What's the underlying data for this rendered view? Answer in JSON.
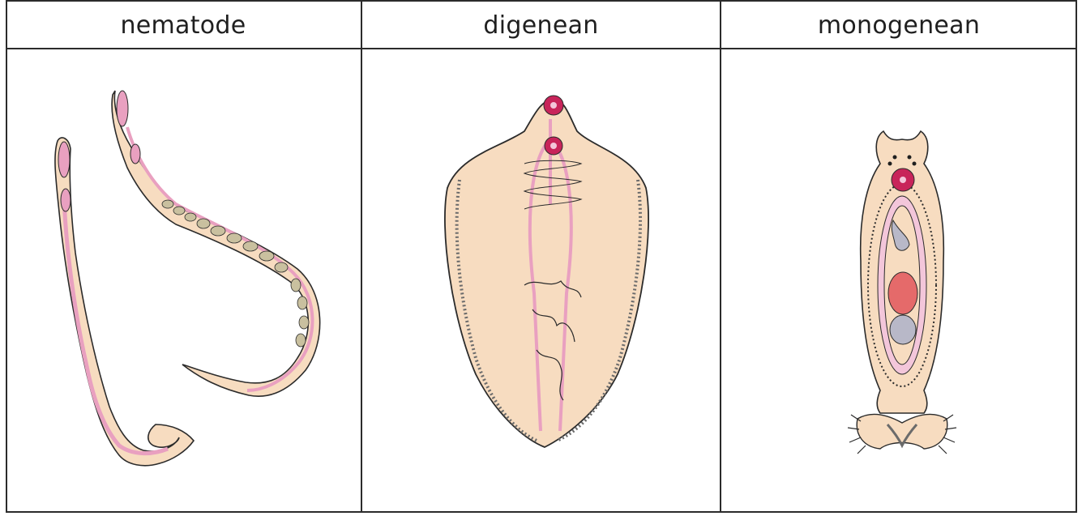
{
  "headers": {
    "col1": "nematode",
    "col2": "digenean",
    "col3": "monogenean"
  },
  "colors": {
    "body_fill": "#f7dcc0",
    "outline": "#2b2b2b",
    "organ_pink": "#e9a0c0",
    "organ_pink_light": "#f3c6da",
    "sucker_red": "#c8245a",
    "egg_fill": "#c9c09f",
    "gray_organ": "#b8b8c8",
    "ovary_red": "#e56a6a"
  },
  "icons": {
    "col1": "nematode-worms-illustration",
    "col2": "digenean-fluke-illustration",
    "col3": "monogenean-fluke-illustration"
  }
}
